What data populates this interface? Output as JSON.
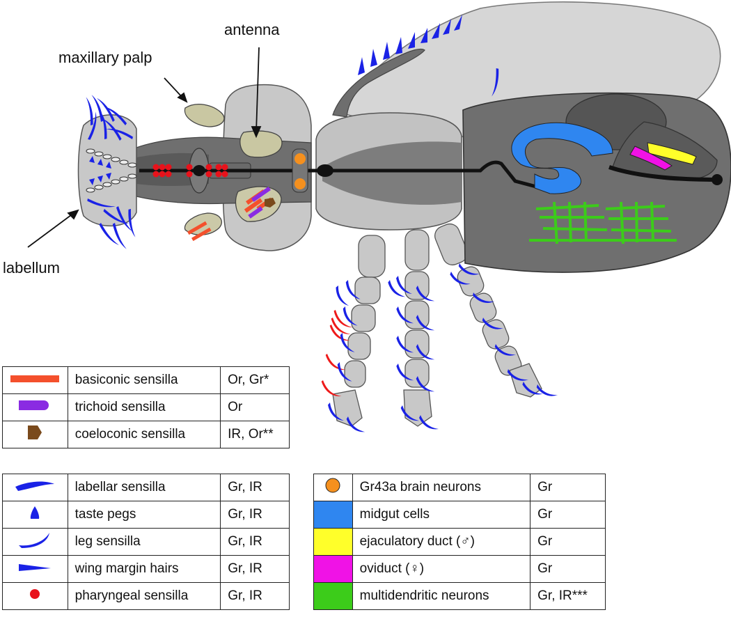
{
  "labels": {
    "antenna": "antenna",
    "maxillary_palp": "maxillary palp",
    "labellum": "labellum"
  },
  "colors": {
    "blue_sensilla": "#1a22e6",
    "basiconic": "#f4502c",
    "trichoid": "#8a2be2",
    "coeloconic": "#7a4a1c",
    "pharyngeal": "#e8121b",
    "gr43a": "#f5901e",
    "midgut": "#2f86f0",
    "ejaculatory_duct": "#ffff2a",
    "oviduct": "#f012e6",
    "multidendritic": "#3ccc1a"
  },
  "legend_olfactory": [
    {
      "icon": "basiconic-sensilla-icon",
      "label": "basiconic sensilla",
      "receptors": "Or, Gr*"
    },
    {
      "icon": "trichoid-sensilla-icon",
      "label": "trichoid sensilla",
      "receptors": "Or"
    },
    {
      "icon": "coeloconic-sensilla-icon",
      "label": "coeloconic sensilla",
      "receptors": "IR, Or**"
    }
  ],
  "legend_taste": [
    {
      "icon": "labellar-sensilla-icon",
      "label": "labellar sensilla",
      "receptors": "Gr, IR"
    },
    {
      "icon": "taste-peg-icon",
      "label": "taste pegs",
      "receptors": "Gr, IR"
    },
    {
      "icon": "leg-sensilla-icon",
      "label": "leg sensilla",
      "receptors": "Gr, IR"
    },
    {
      "icon": "wing-margin-hair-icon",
      "label": "wing margin hairs",
      "receptors": "Gr, IR"
    },
    {
      "icon": "pharyngeal-sensilla-icon",
      "label": "pharyngeal sensilla",
      "receptors": "Gr, IR"
    }
  ],
  "legend_internal": [
    {
      "icon": "orange-circle-icon",
      "label": "Gr43a brain neurons",
      "receptors": "Gr"
    },
    {
      "icon": "blue-swatch",
      "label": "midgut cells",
      "receptors": "Gr"
    },
    {
      "icon": "yellow-swatch",
      "label": "ejaculatory duct (♂)",
      "receptors": "Gr"
    },
    {
      "icon": "magenta-swatch",
      "label": "oviduct (♀)",
      "receptors": "Gr"
    },
    {
      "icon": "green-swatch",
      "label": "multidendritic neurons",
      "receptors": "Gr, IR***"
    }
  ]
}
